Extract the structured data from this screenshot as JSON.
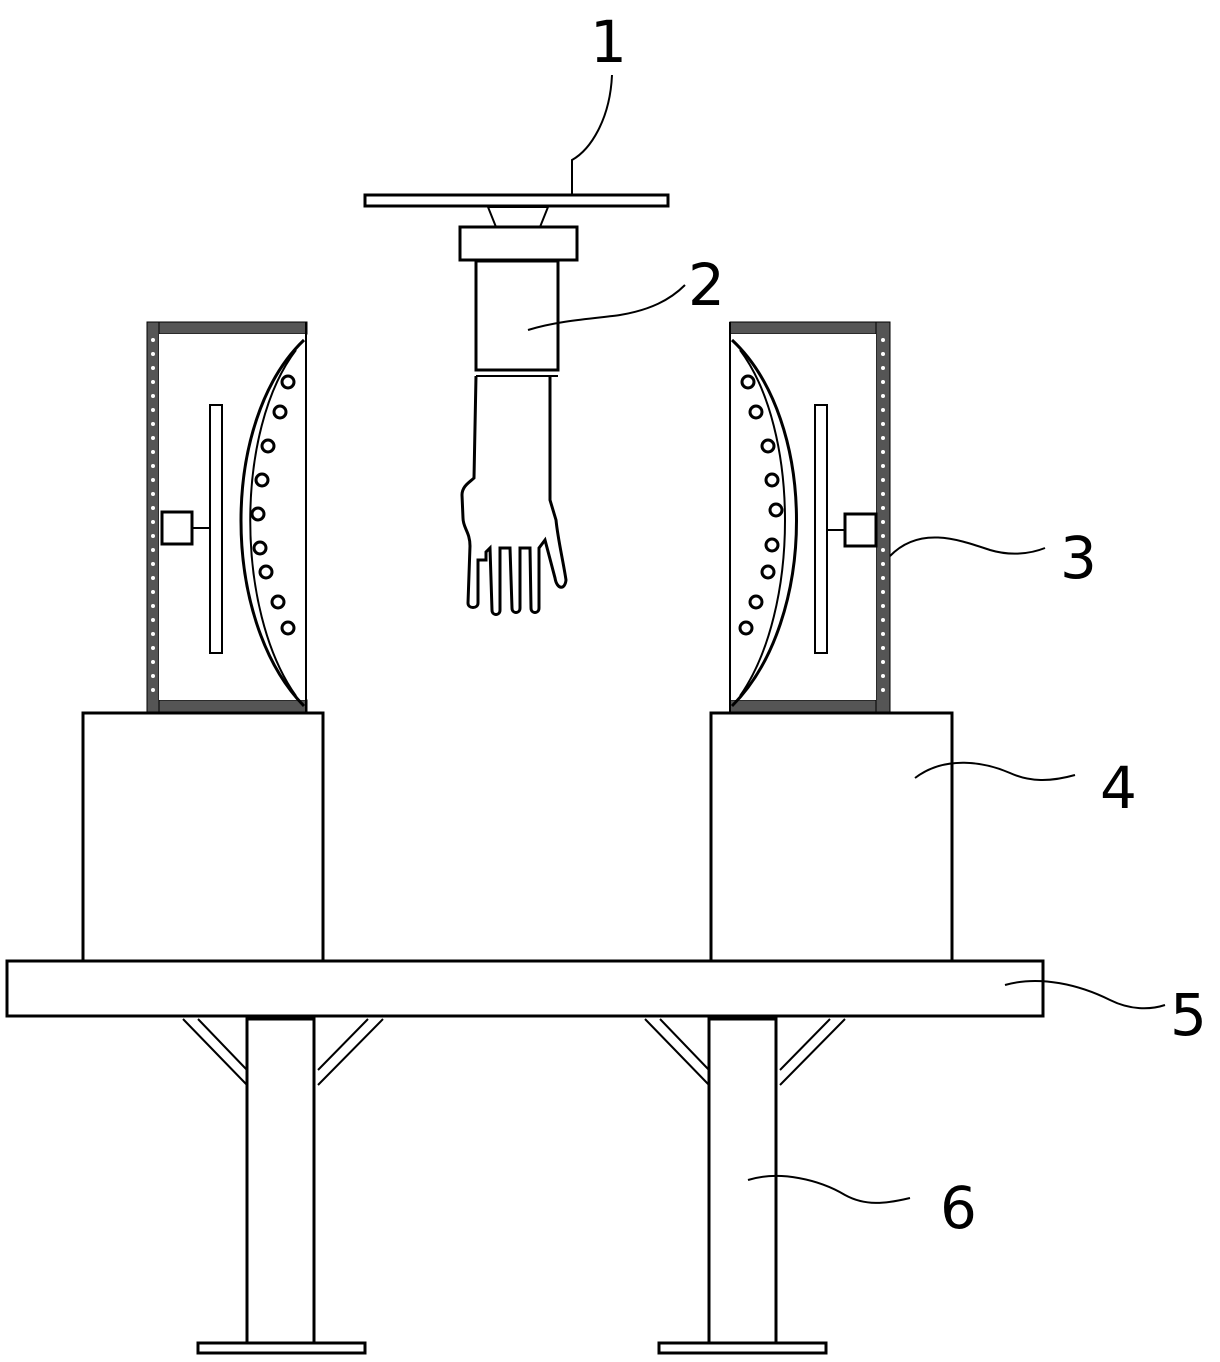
{
  "diagram": {
    "labels": {
      "part_1": "1",
      "part_2": "2",
      "part_3": "3",
      "part_4": "4",
      "part_5": "5",
      "part_6": "6"
    }
  }
}
